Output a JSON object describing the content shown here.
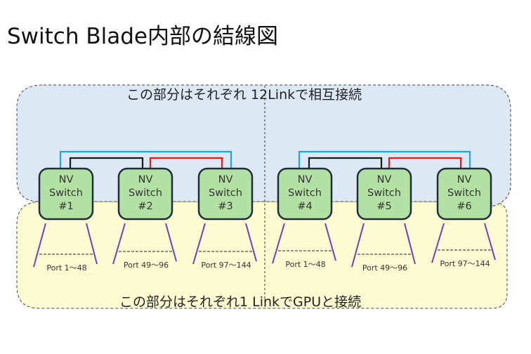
{
  "title": "Switch Blade内部の結線図",
  "zones": {
    "upper_label": "この部分はそれぞれ 12Linkで相互接続",
    "lower_label": "この部分はそれぞれ1 LinkでGPUと接続"
  },
  "colors": {
    "upper_zone": "#dde8f5",
    "lower_zone": "#fdfbd2",
    "switch_fill": "#b3e0a3",
    "switch_border": "#1f2d3d",
    "link_blue": "#1aa6e8",
    "link_black": "#1a1a1a",
    "link_red": "#e81919",
    "port_line": "#7a3db8"
  },
  "switches": [
    {
      "line1": "NV",
      "line2": "Switch",
      "line3": "#1",
      "ports": "Port 1～48"
    },
    {
      "line1": "NV",
      "line2": "Switch",
      "line3": "#2",
      "ports": "Port 49～96"
    },
    {
      "line1": "NV",
      "line2": "Switch",
      "line3": "#3",
      "ports": "Port 97～144"
    },
    {
      "line1": "NV",
      "line2": "Switch",
      "line3": "#4",
      "ports": "Port 1～48"
    },
    {
      "line1": "NV",
      "line2": "Switch",
      "line3": "#5",
      "ports": "Port 49～96"
    },
    {
      "line1": "NV",
      "line2": "Switch",
      "line3": "#6",
      "ports": "Port 97～144"
    }
  ],
  "links": [
    {
      "from": 1,
      "to": 3,
      "color": "blue"
    },
    {
      "from": 1,
      "to": 2,
      "color": "black"
    },
    {
      "from": 2,
      "to": 3,
      "color": "red"
    },
    {
      "from": 4,
      "to": 6,
      "color": "blue"
    },
    {
      "from": 4,
      "to": 5,
      "color": "black"
    },
    {
      "from": 5,
      "to": 6,
      "color": "red"
    }
  ]
}
